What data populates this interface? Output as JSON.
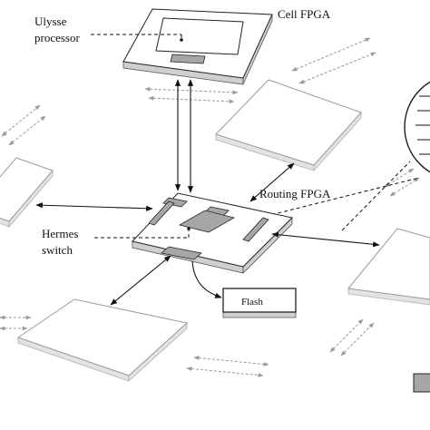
{
  "labels": {
    "cell_fpga": "Cell FPGA",
    "ulysse_line1": "Ulysse",
    "ulysse_line2": "processor",
    "routing_fpga": "Routing FPGA",
    "hermes_line1": "Hermes",
    "hermes_line2": "switch",
    "flash": "Flash"
  },
  "colors": {
    "board_top": "#ffffff",
    "board_edge": "#1a1a1a",
    "chip": "#a6a6a6",
    "faded": "#9a9a9a"
  }
}
